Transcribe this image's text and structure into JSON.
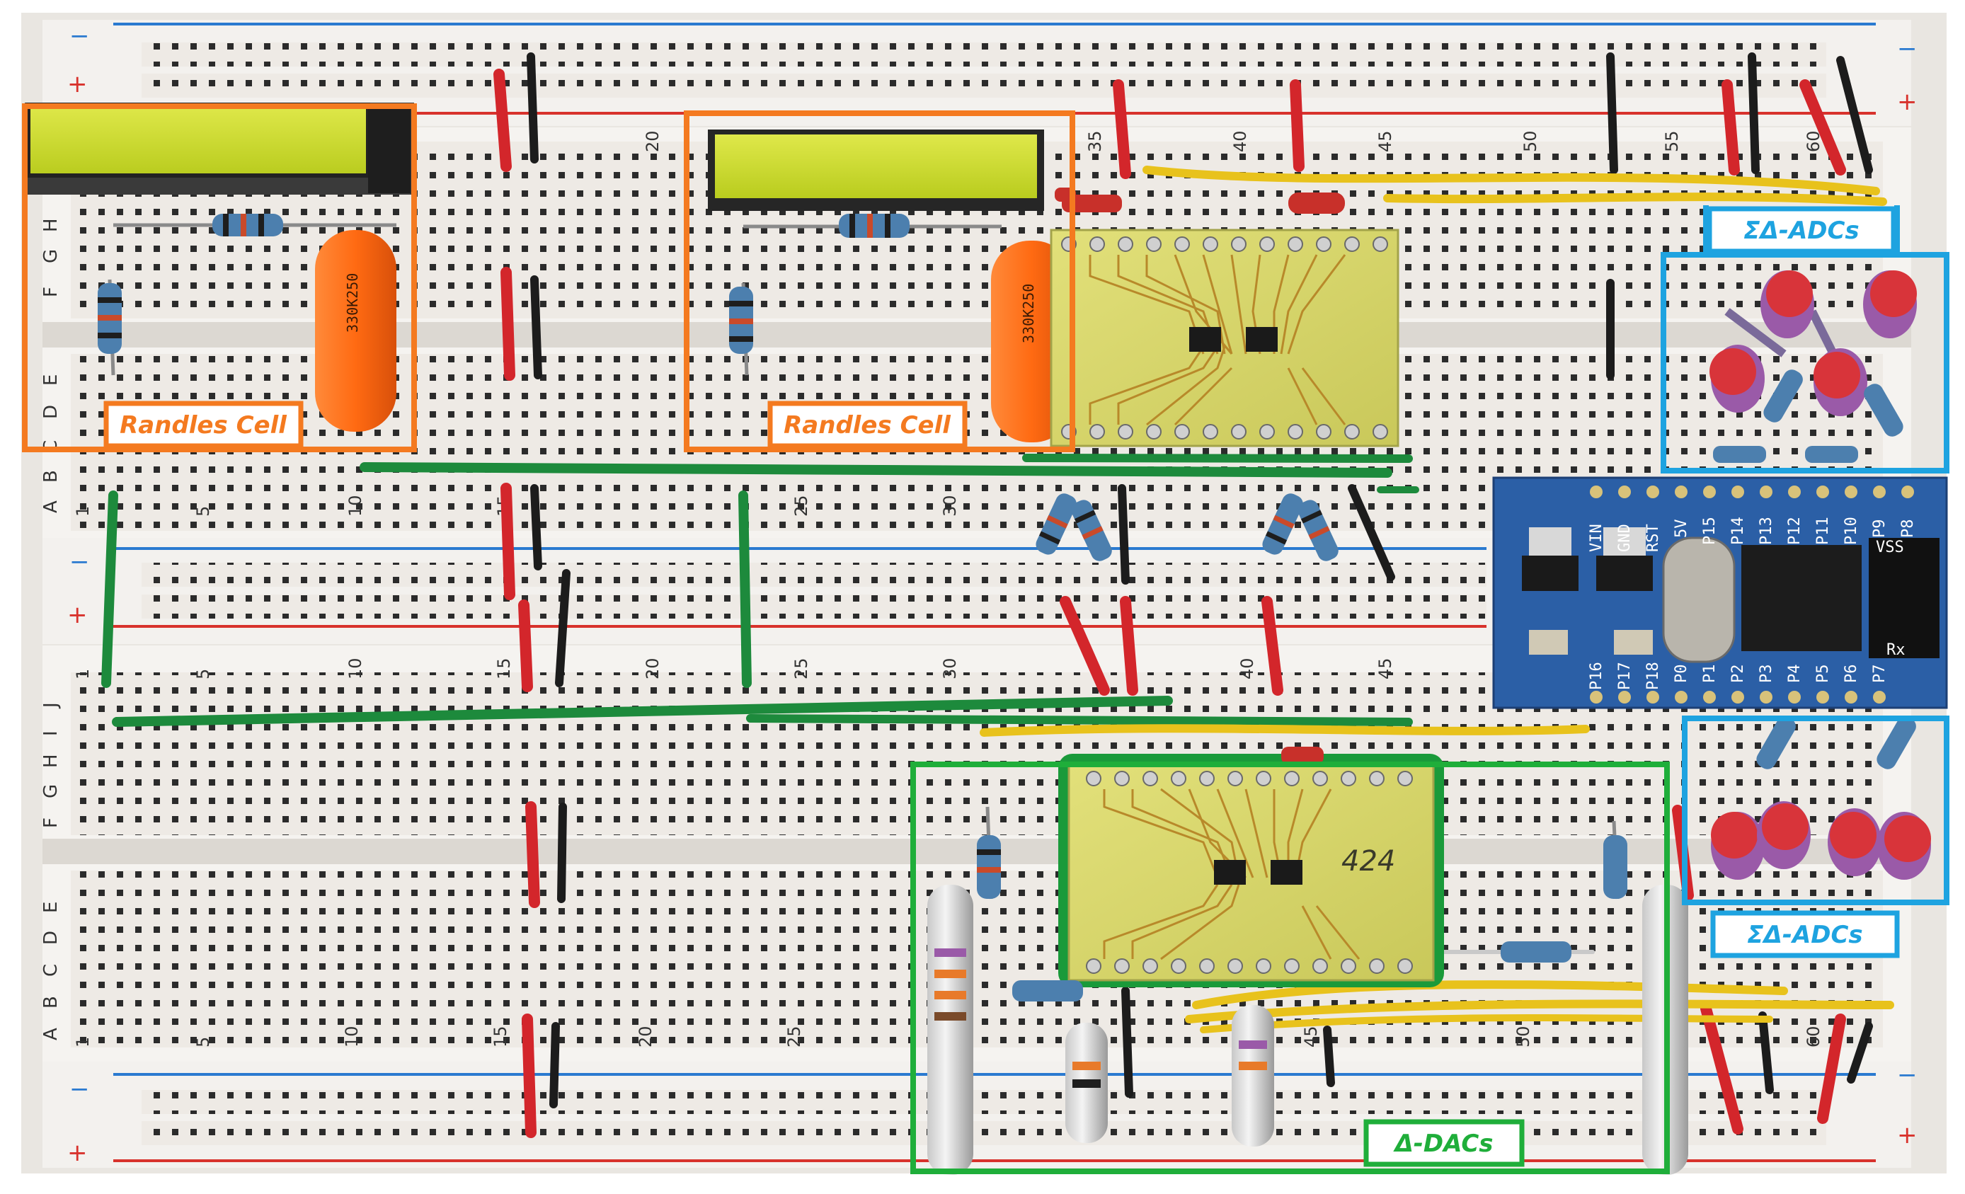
{
  "figure": {
    "annotations": {
      "randles_cell_left": "Randles Cell",
      "randles_cell_right": "Randles Cell",
      "sigma_delta_adcs_top": "ΣΔ-ADCs",
      "sigma_delta_adcs_bottom": "ΣΔ-ADCs",
      "delta_dacs": "Δ-DACs"
    },
    "annotation_colors": {
      "randles_cell": "#f47a20",
      "sigma_delta_adcs": "#1ea3e0",
      "delta_dacs": "#1fae3a"
    },
    "breadboard": {
      "row_letters_top": [
        "J",
        "I",
        "H",
        "G",
        "F",
        "E",
        "D",
        "C",
        "B",
        "A"
      ],
      "row_letters_bottom": [
        "J",
        "I",
        "H",
        "G",
        "F",
        "E",
        "D",
        "C",
        "B",
        "A"
      ],
      "column_numbers": [
        "1",
        "5",
        "10",
        "15",
        "20",
        "25",
        "30",
        "35",
        "40",
        "45",
        "50",
        "55",
        "60"
      ],
      "rail_minus": "−",
      "rail_plus": "+"
    },
    "capacitor_marking": "330K250",
    "pcb_marking": "424",
    "microcontroller": {
      "pins_top": [
        "VIN",
        "GND",
        "RST",
        "5V",
        "P15",
        "P14",
        "P13",
        "P12",
        "P11",
        "P10",
        "P9",
        "P8"
      ],
      "pins_bottom": [
        "P16",
        "P17",
        "P18",
        "P0",
        "P1",
        "P2",
        "P3",
        "P4",
        "P5",
        "P6",
        "P7"
      ],
      "extra_labels": [
        "VSS",
        "Rx"
      ]
    }
  }
}
